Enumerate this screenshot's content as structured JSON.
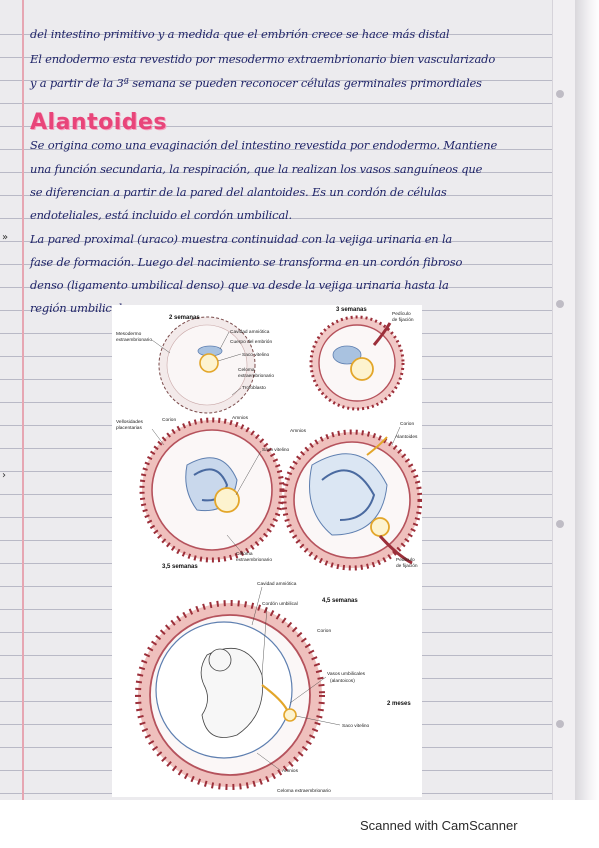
{
  "text_lines": [
    "del intestino primitivo y a medida que el embrión crece se hace más distal",
    "El endodermo esta revestido por mesodermo extraembrionario bien vascularizado",
    "y a partir de la 3ª semana se pueden reconocer células germinales primordiales"
  ],
  "section_title": "Alantoides",
  "body_lines": [
    "Se origina como una evaginación del intestino revestida por endodermo. Mantiene",
    "una función secundaria, la respiración, que la realizan los vasos sanguíneos que",
    "se diferencian a partir de la pared del alantoides. Es un cordón de células",
    "endoteliales, está incluido el cordón umbilical.",
    "La pared proximal (uraco) muestra continuidad con la vejiga urinaria en la",
    "fase de formación. Luego del nacimiento se transforma en un cordón fibroso",
    "denso (ligamento umbilical denso) que va desde la vejiga urinaria hasta la",
    "región umbilical."
  ],
  "figure": {
    "stage_labels": {
      "s2": "2 semanas",
      "s3": "3 semanas",
      "s35": "3,5 semanas",
      "s45": "4,5 semanas",
      "m2": "2 meses"
    },
    "labels": {
      "mesodermo": "Mesodermo",
      "extraembrionario": "extraembrionario",
      "cavidad_amniotica": "Cavidad amniótica",
      "cuerpo_embrion": "Cuerpo del embrión",
      "saco_vitelino": "Saco vitelino",
      "celoma": "Celoma",
      "celoma_extra": "extraembrionario",
      "trofoblasto": "Trofoblasto",
      "pediculo": "Pedículo",
      "de_fijacion": "de fijación",
      "vellosidades": "Vellosidades",
      "placentarias": "placentarias",
      "corion": "Corion",
      "amnios": "Amnios",
      "alantoides": "Alantoides",
      "celoma_b1": "Celoma",
      "celoma_b2": "extraembrionario",
      "cavidad_amniotica_c": "Cavidad amniótica",
      "cordon_umbilical": "Cordón umbilical",
      "vasos_umbilicales": "Vasos umbilicales",
      "alantoicos": "(alantoicos)",
      "celoma_extra_c": "Celoma extraembrionario"
    }
  },
  "footer": "Scanned with CamScanner",
  "colors": {
    "ink": "#1f2468",
    "title_pink": "#e8457a",
    "villi_red": "#9c2f3a",
    "yolk_yellow": "#e3a62a",
    "amnion_blue": "#5e7fb0"
  }
}
